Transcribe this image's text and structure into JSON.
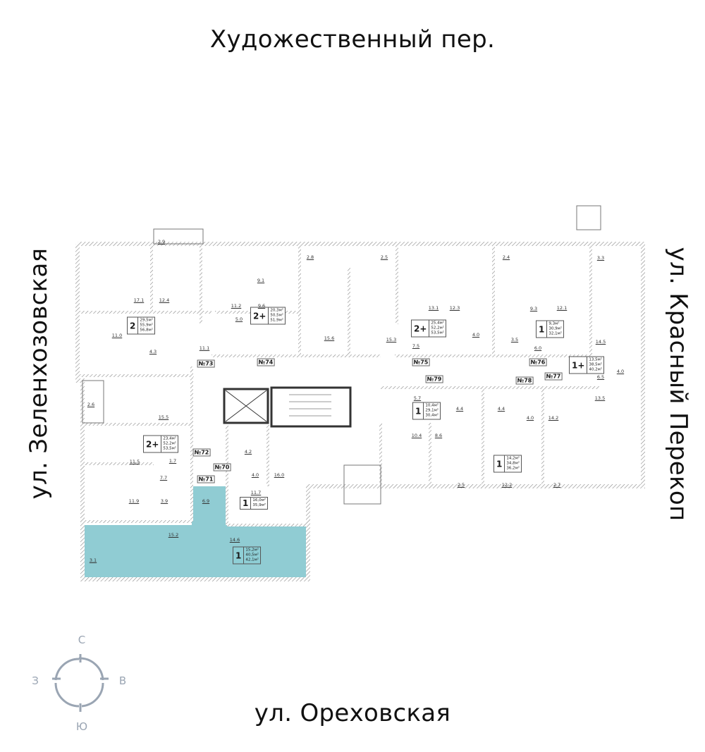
{
  "streets": {
    "north": "Художественный пер.",
    "south": "ул. Ореховская",
    "west": "ул. Зеленхозовская",
    "east": "ул. Красный Перекоп"
  },
  "compass": {
    "n": "С",
    "s": "Ю",
    "w": "З",
    "e": "В",
    "color": "#9aa5b3"
  },
  "highlight_color": "#7cc3cb",
  "apartment_numbers": [
    "№70",
    "№71",
    "№72",
    "№73",
    "№74",
    "№75",
    "№76",
    "№77",
    "№78",
    "№79"
  ],
  "apartments": [
    {
      "rooms": "2",
      "living": "29,5м²",
      "total": "55,9м²",
      "total_with_balcony": "56,8м²"
    },
    {
      "rooms": "2+",
      "living": "20,3м²",
      "total": "50,5м²",
      "total_with_balcony": "51,9м²"
    },
    {
      "rooms": "2+",
      "living": "23,4м²",
      "total": "52,2м²",
      "total_with_balcony": "53,5м²"
    },
    {
      "rooms": "1",
      "living": "16,0м²",
      "total": "35,9м²",
      "total_with_balcony": ""
    },
    {
      "rooms": "1",
      "living": "15,2м²",
      "total": "40,5м²",
      "total_with_balcony": "42,1м²",
      "highlighted": true
    },
    {
      "rooms": "2+",
      "living": "25,4м²",
      "total": "52,2м²",
      "total_with_balcony": "53,5м²"
    },
    {
      "rooms": "1",
      "living": "9,3м²",
      "total": "30,9м²",
      "total_with_balcony": "32,1м²"
    },
    {
      "rooms": "1+",
      "living": "13,5м²",
      "total": "38,5м²",
      "total_with_balcony": "40,2м²"
    },
    {
      "rooms": "1",
      "living": "10,4м²",
      "total": "29,1м²",
      "total_with_balcony": "30,4м²"
    },
    {
      "rooms": "1",
      "living": "14,2м²",
      "total": "34,8м²",
      "total_with_balcony": "36,2м²"
    }
  ],
  "room_areas": [
    "2.9",
    "17.1",
    "12.4",
    "11.0",
    "4.3",
    "11.1",
    "11.2",
    "9.1",
    "9.6",
    "5.0",
    "2.6",
    "15.5",
    "11.5",
    "1.7",
    "7.7",
    "11.9",
    "3.9",
    "6.9",
    "4.2",
    "4.0",
    "16.0",
    "11.7",
    "15.2",
    "14.6",
    "3.1",
    "2.8",
    "2.5",
    "2.4",
    "3.3",
    "13.1",
    "12.3",
    "9.3",
    "12.1",
    "15.6",
    "15.3",
    "7.5",
    "4.0",
    "3.5",
    "6.0",
    "14.5",
    "4.0",
    "6.5",
    "13.5",
    "5.7",
    "4.4",
    "4.4",
    "4.0",
    "14.2",
    "10.4",
    "8.6",
    "2.5",
    "12.2",
    "2.7"
  ]
}
